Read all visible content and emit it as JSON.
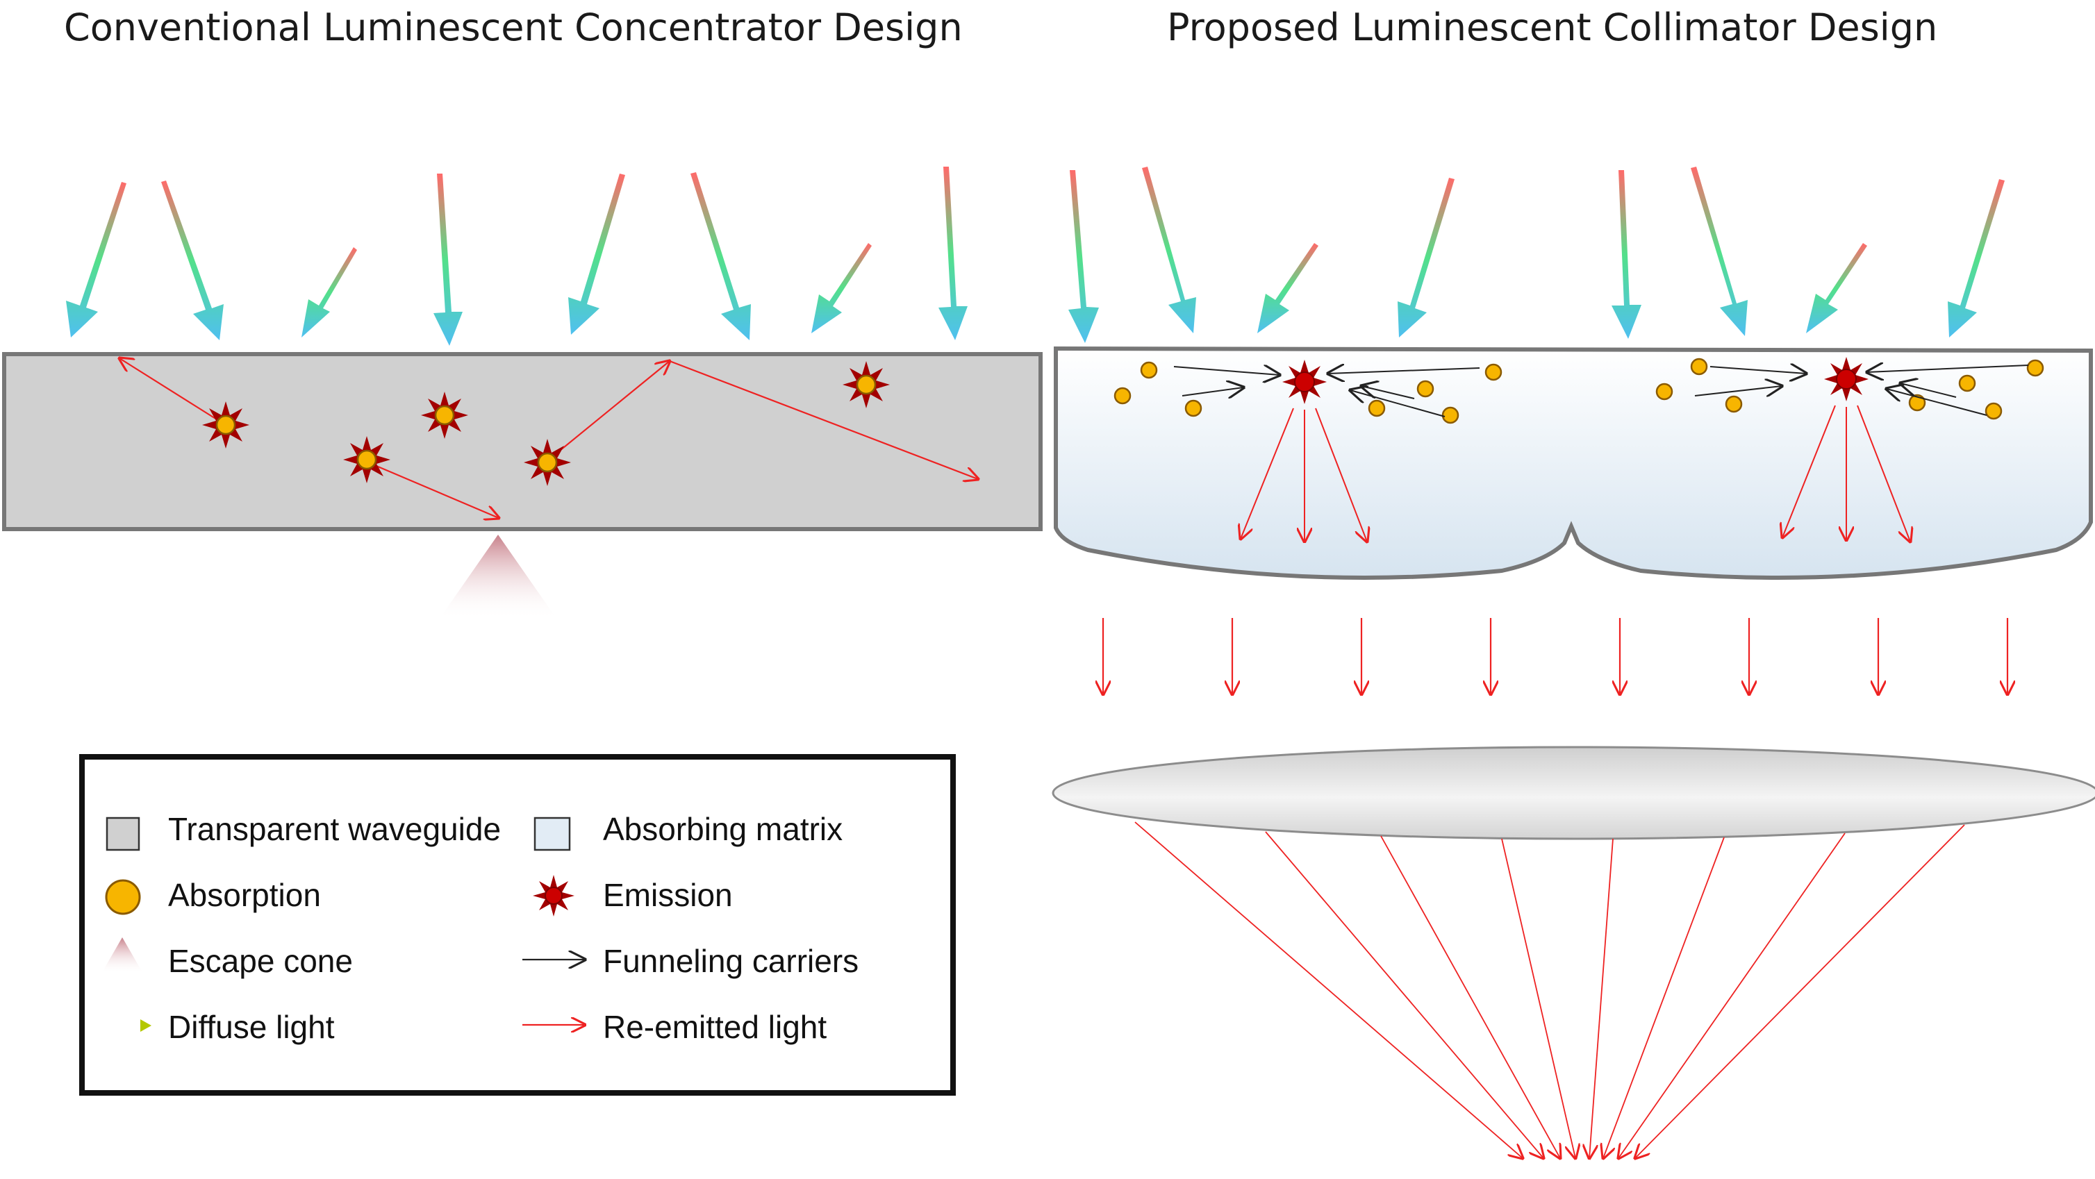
{
  "titles": {
    "left": "Conventional Luminescent Concentrator Design",
    "right": "Proposed Luminescent Collimator Design"
  },
  "legend": {
    "transparent_waveguide": "Transparent waveguide",
    "absorbing_matrix": "Absorbing matrix",
    "absorption": "Absorption",
    "emission": "Emission",
    "escape_cone": "Escape cone",
    "funneling_carriers": "Funneling carriers",
    "diffuse_light": "Diffuse light",
    "re_emitted_light": "Re-emitted light"
  },
  "colors": {
    "waveguide_fill": "#d0d0d0",
    "frame_stroke": "#777777",
    "re_emitted": "#ee2222",
    "absorption_fill": "#f7b500",
    "emission_fill": "#a30000",
    "matrix_top": "#ffffff",
    "matrix_bottom": "#d6e4f0",
    "diffuse_top": "#ff6a6a",
    "diffuse_mid": "#53e08a",
    "diffuse_tip": "#4fc0f0"
  }
}
